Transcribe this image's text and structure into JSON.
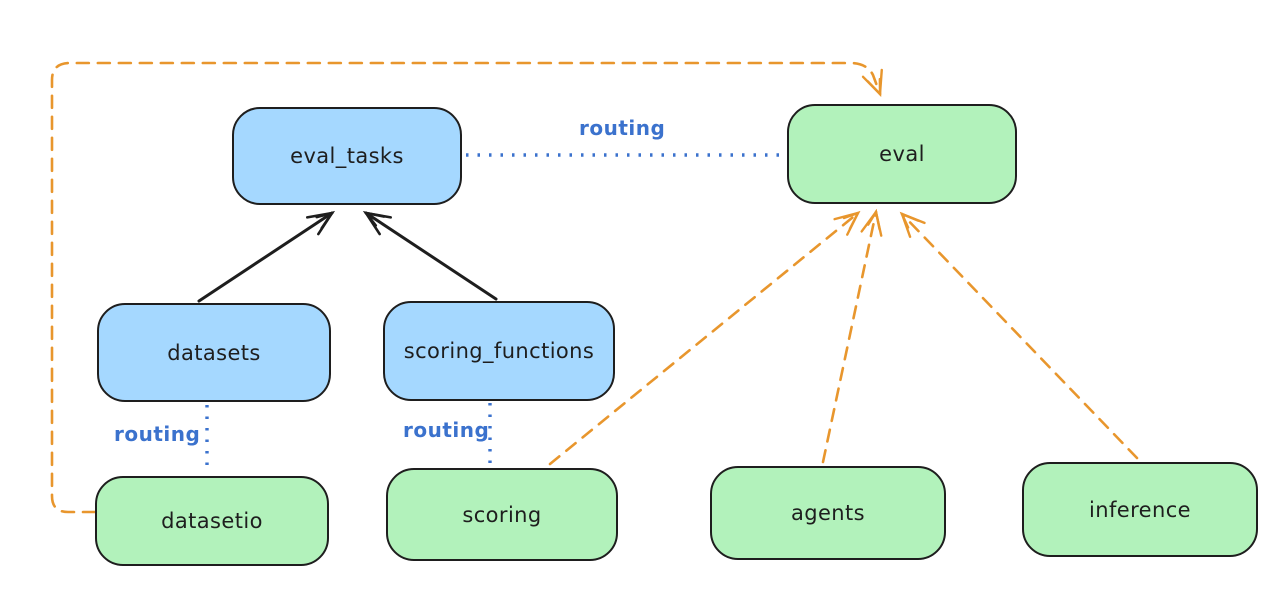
{
  "colors": {
    "node_blue_fill": "#a5d8ff",
    "node_green_fill": "#b2f2bb",
    "node_border": "#1e1e1e",
    "arrow_black": "#1e1e1e",
    "arrow_orange": "#e8962d",
    "routing_blue": "#3b72cd",
    "background": "#ffffff"
  },
  "nodes": {
    "eval_tasks": {
      "label": "eval_tasks",
      "fill": "blue"
    },
    "eval": {
      "label": "eval",
      "fill": "green"
    },
    "datasets": {
      "label": "datasets",
      "fill": "blue"
    },
    "scoring_functions": {
      "label": "scoring_functions",
      "fill": "blue"
    },
    "datasetio": {
      "label": "datasetio",
      "fill": "green"
    },
    "scoring": {
      "label": "scoring",
      "fill": "green"
    },
    "agents": {
      "label": "agents",
      "fill": "green"
    },
    "inference": {
      "label": "inference",
      "fill": "green"
    }
  },
  "edges": {
    "routing_label": "routing",
    "list": [
      {
        "from": "datasets",
        "to": "eval_tasks",
        "style": "solid-black-arrow"
      },
      {
        "from": "scoring_functions",
        "to": "eval_tasks",
        "style": "solid-black-arrow"
      },
      {
        "from": "eval_tasks",
        "to": "eval",
        "style": "dotted-blue",
        "label": "routing"
      },
      {
        "from": "datasets",
        "to": "datasetio",
        "style": "dotted-blue",
        "label": "routing"
      },
      {
        "from": "scoring_functions",
        "to": "scoring",
        "style": "dotted-blue",
        "label": "routing"
      },
      {
        "from": "datasetio",
        "to": "eval",
        "style": "dashed-orange-arrow"
      },
      {
        "from": "scoring",
        "to": "eval",
        "style": "dashed-orange-arrow"
      },
      {
        "from": "agents",
        "to": "eval",
        "style": "dashed-orange-arrow"
      },
      {
        "from": "inference",
        "to": "eval",
        "style": "dashed-orange-arrow"
      }
    ]
  }
}
